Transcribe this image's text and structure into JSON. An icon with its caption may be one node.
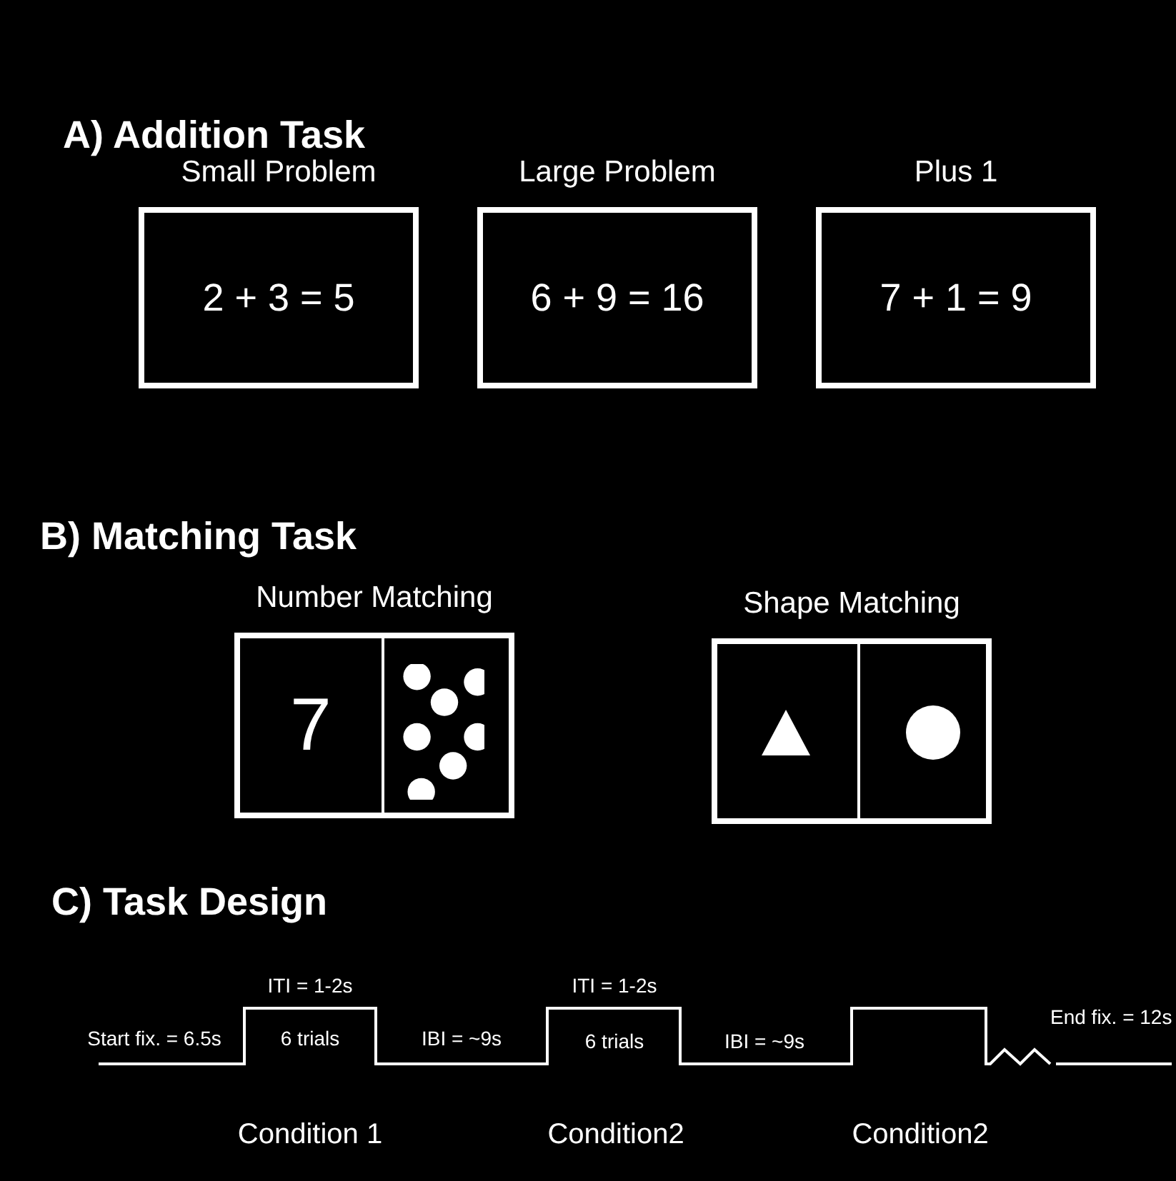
{
  "diagram": {
    "nodes": [
      {
        "text": [
          "Small Problem",
          "2 + 3 = 5"
        ]
      },
      {
        "text": [
          "Large Problem",
          "6 + 9 = 16"
        ]
      },
      {
        "text": [
          "Plus 1",
          "7 + 1 = 9"
        ]
      },
      {
        "text": [
          "Number Matching",
          "7"
        ]
      },
      {
        "text": [
          "Shape Matching"
        ]
      }
    ],
    "labels": [
      "A) Addition Task",
      "B) Matching Task",
      "C) Task Design",
      "ITI = 1-2s",
      "ITI = 1-2s",
      "End fix. = 12s",
      "Start fix. = 6.5s",
      "6 trials",
      "IBI = ~9s",
      "6 trials",
      "IBI = ~9s",
      "Condition 1",
      "Condition2",
      "Condition2"
    ]
  }
}
